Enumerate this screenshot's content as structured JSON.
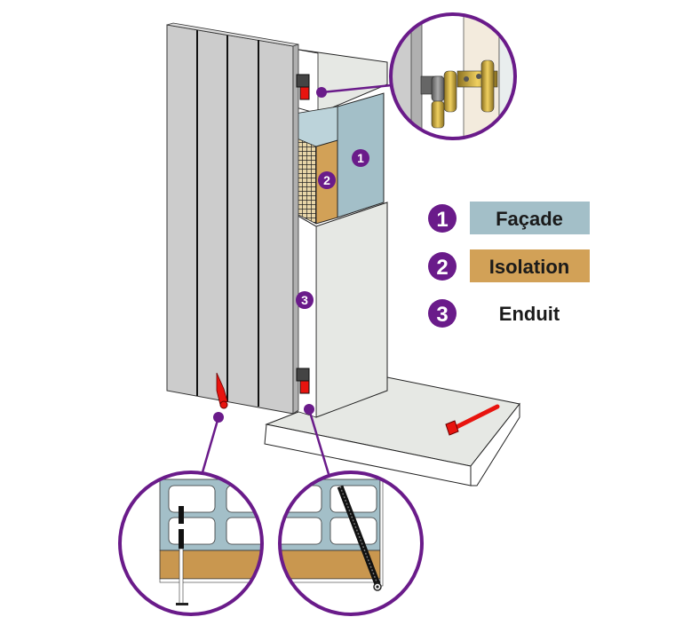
{
  "diagram": {
    "subject": "shutter mounted on insulated facade wall",
    "legend": [
      {
        "number": "1",
        "label": "Façade",
        "swatch_color": "#a3bfc8"
      },
      {
        "number": "2",
        "label": "Isolation",
        "swatch_color": "#d2a157"
      },
      {
        "number": "3",
        "label": "Enduit",
        "swatch_color": ""
      }
    ],
    "markers": [
      {
        "number": "1",
        "target": "facade"
      },
      {
        "number": "2",
        "target": "isolation"
      },
      {
        "number": "3",
        "target": "enduit"
      }
    ],
    "callouts": [
      "hinge-detail",
      "shutter-stop-detail",
      "hinge-pin-detail"
    ],
    "colors": {
      "accent_purple": "#6a1b8a",
      "shutter_gray": "#cccccc",
      "facade_blue": "#a3bfc8",
      "insulation_tan": "#d2a157",
      "render_white": "#e6e8e4",
      "hardware_red": "#e8140f",
      "brass": "#c9a53a"
    }
  }
}
